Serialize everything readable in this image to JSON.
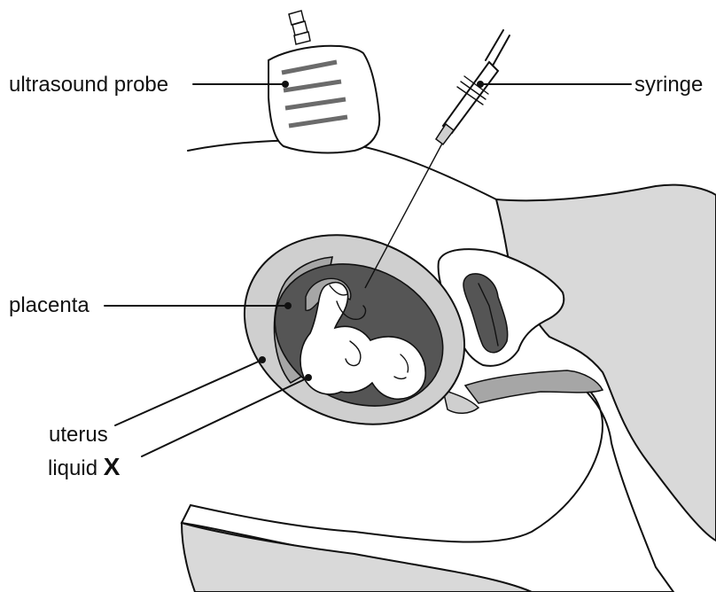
{
  "labels": {
    "ultrasound_probe": "ultrasound probe",
    "syringe": "syringe",
    "placenta": "placenta",
    "uterus": "uterus",
    "liquid": "liquid",
    "liquid_letter": "X"
  },
  "colors": {
    "ink": "#111111",
    "tissue_light": "#cfcfcf",
    "body_grey": "#d9d9d9",
    "fluid_dark": "#555555",
    "placenta_mid": "#a6a6a6",
    "probe_stripe": "#6b6b6b"
  }
}
